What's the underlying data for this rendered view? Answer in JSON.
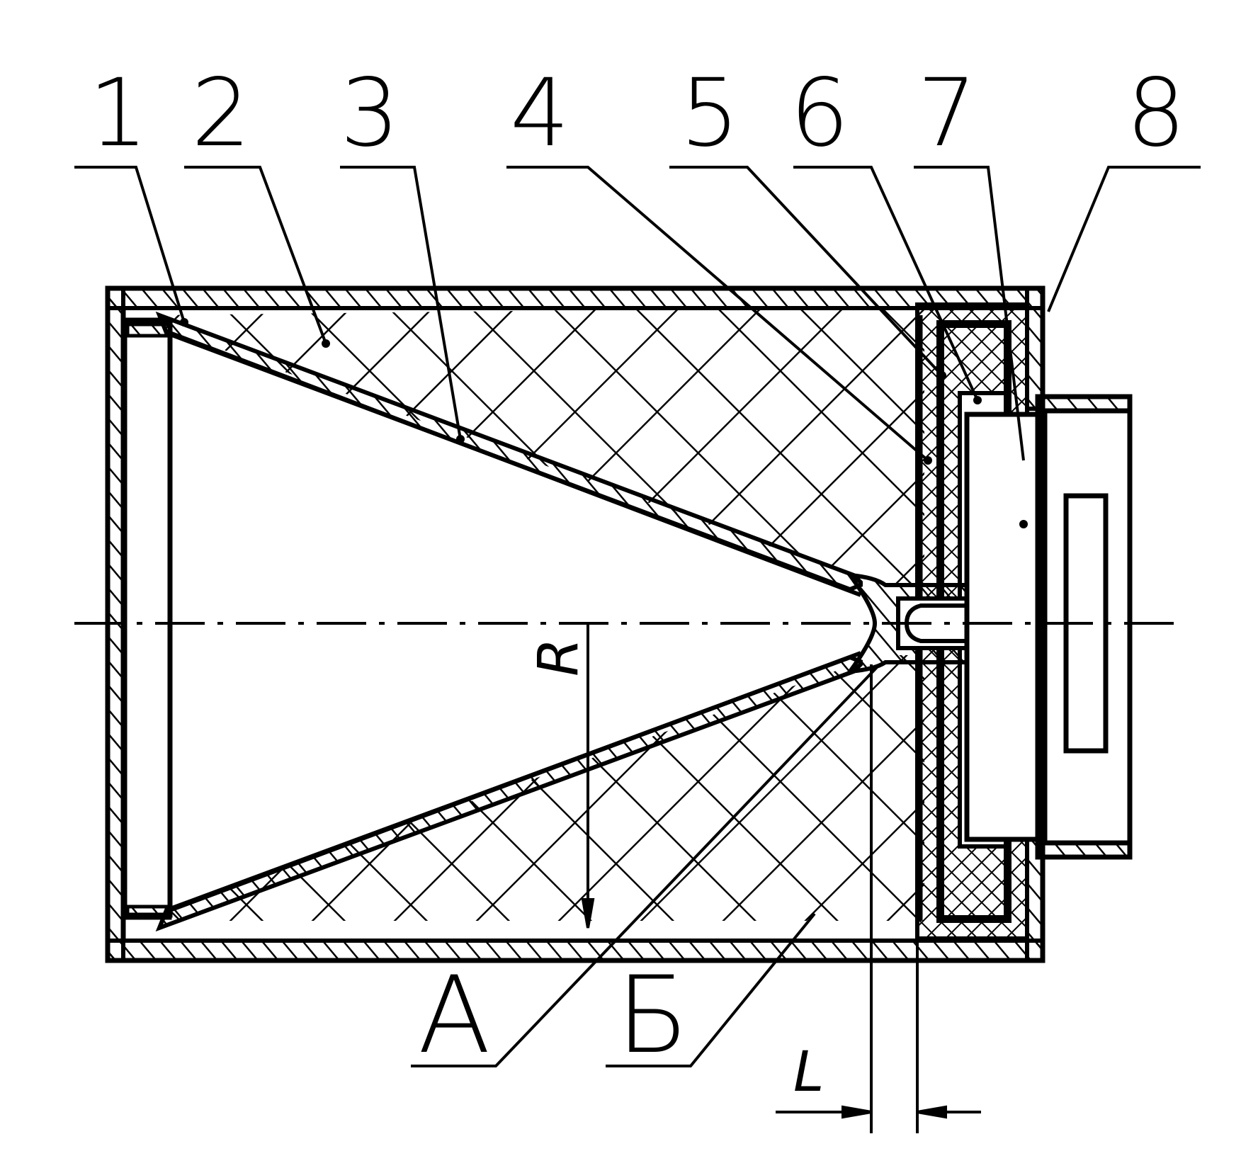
{
  "figure": {
    "callouts": [
      "1",
      "2",
      "3",
      "4",
      "5",
      "6",
      "7",
      "8"
    ],
    "section_labels": [
      "А",
      "Б"
    ],
    "dim_radius": "R",
    "dim_length": "L",
    "colors": {
      "ink": "#000000",
      "paper": "#ffffff"
    }
  }
}
